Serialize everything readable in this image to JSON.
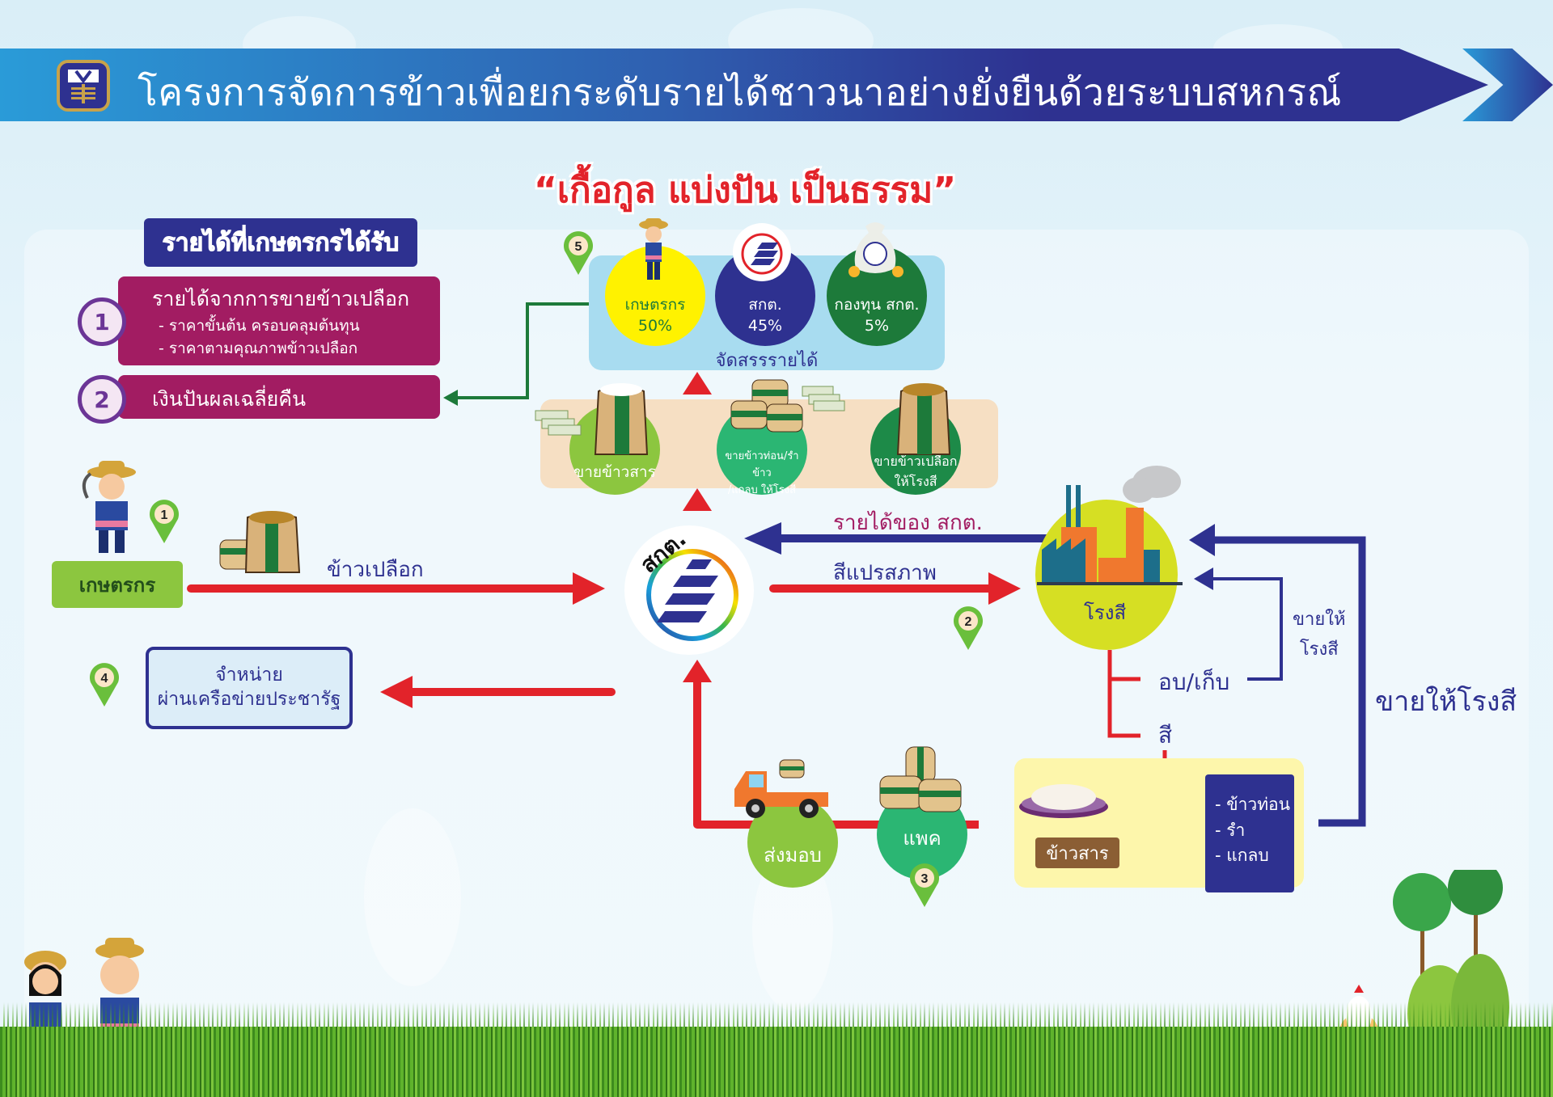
{
  "header": {
    "title": "โครงการจัดการข้าวเพื่อยกระดับรายได้ชาวนาอย่างยั่งยืนด้วยระบบสหกรณ์",
    "logo_icon": "cooperative-logo"
  },
  "slogan": "“เกื้อกูล แบ่งปัน เป็นธรรม”",
  "income": {
    "title": "รายได้ที่เกษตรกรได้รับ",
    "items": [
      {
        "number": "1",
        "label": "รายได้จากการขายข้าวเปลือก",
        "sub": [
          "- ราคาขั้นต้น ครอบคลุมต้นทุน",
          "- ราคาตามคุณภาพข้าวเปลือก"
        ]
      },
      {
        "number": "2",
        "label": "เงินปันผลเฉลี่ยคืน"
      }
    ]
  },
  "allocation": {
    "step": "5",
    "caption": "จัดสรรรายได้",
    "shares": [
      {
        "label": "เกษตรกร",
        "percent": "50%",
        "color": "#fff200",
        "icon": "farmer-icon"
      },
      {
        "label": "สกต.",
        "percent": "45%",
        "color": "#2e3190",
        "icon": "skt-logo-icon"
      },
      {
        "label": "กองทุน สกต.",
        "percent": "5%",
        "color": "#1d7a3a",
        "icon": "money-bag-icon"
      }
    ]
  },
  "sales": [
    {
      "label": "ขายข้าวสาร",
      "color": "#8cc63f"
    },
    {
      "label": "ขายข้าวท่อน/รำข้าว /แกลบ ให้โรงสี",
      "line1": "ขายข้าวท่อน/รำข้าว",
      "line2": "/แกลบ ให้โรงสี",
      "color": "#2bb673"
    },
    {
      "label": "ขายข้าวเปลือก ให้โรงสี",
      "line1": "ขายข้าวเปลือก",
      "line2": "ให้โรงสี",
      "color": "#1d8a48"
    }
  ],
  "flow": {
    "farmer": {
      "label": "เกษตรกร",
      "step": "1"
    },
    "paddy_label": "ข้าวเปลือก",
    "skt_label": "สกต.",
    "skt_income_label": "รายได้ของ สกต.",
    "processing_label": "สีแปรสภาพ",
    "processing_step": "2",
    "mill_label": "โรงสี",
    "dry_store_label": "อบ/เก็บ",
    "sell_to_mill_small": [
      "ขายให้",
      "โรงสี"
    ],
    "sell_to_mill_big": "ขายให้โรงสี",
    "mill_process_label": "สี",
    "distribution": {
      "step": "4",
      "line1": "จำหน่าย",
      "line2": "ผ่านเครือข่ายประชารัฐ"
    },
    "delivery_label": "ส่งมอบ",
    "pack_label": "แพค",
    "pack_step": "3",
    "milled_rice_label": "ข้าวสาร",
    "byproducts": [
      "- ข้าวท่อน",
      "- รำ",
      "- แกลบ"
    ]
  },
  "colors": {
    "navy": "#2e3190",
    "red_arrow": "#e2232a",
    "plum": "#a21c62",
    "green_arrow": "#1d7a3a"
  }
}
